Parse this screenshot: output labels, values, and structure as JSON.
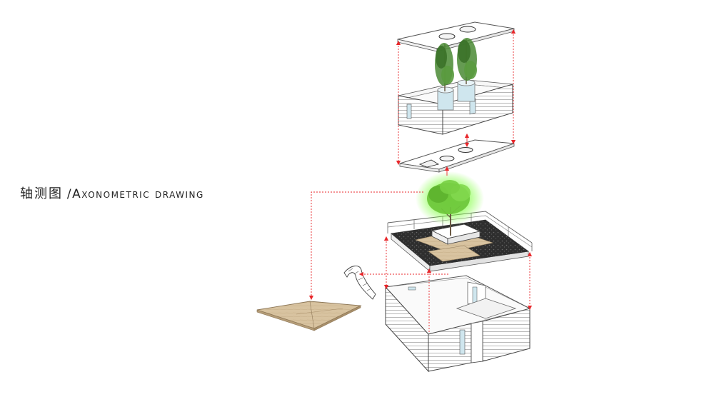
{
  "title": {
    "cn": "轴测图",
    "en": "/Axonometric drawing"
  },
  "colors": {
    "dimension_line": "#e8262a",
    "outline": "#444444",
    "wood_deck": "#d8c3a0",
    "gravel": "#2a2a2a",
    "foliage": "#6fc83c",
    "glow": "#7cff3a",
    "glass": "#cfe6ee"
  },
  "layers": [
    "roof-slab",
    "upper-volume-with-trees",
    "upper-floor-slab",
    "roof-garden-deck",
    "ground-volume",
    "stair",
    "ground-deck"
  ]
}
